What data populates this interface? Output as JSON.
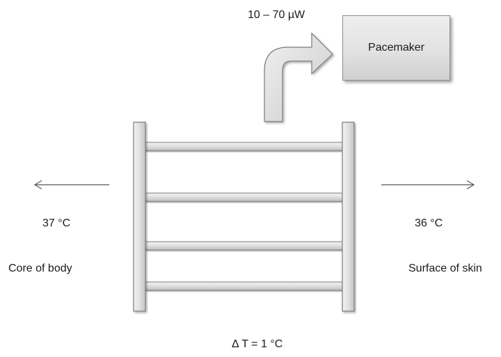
{
  "labels": {
    "power": "10 – 70 µW",
    "core_temperature": "37 °C",
    "skin_temperature": "36 °C",
    "core_location": "Core of body",
    "skin_location": "Surface of skin",
    "delta": "Δ T = 1 °C"
  },
  "pacemaker": {
    "label": "Pacemaker"
  },
  "colors": {
    "shape_fill_light": "#ececec",
    "shape_fill_dark": "#c8c8c8",
    "shape_stroke": "#7a7a7a",
    "arrow_line": "#555555"
  }
}
